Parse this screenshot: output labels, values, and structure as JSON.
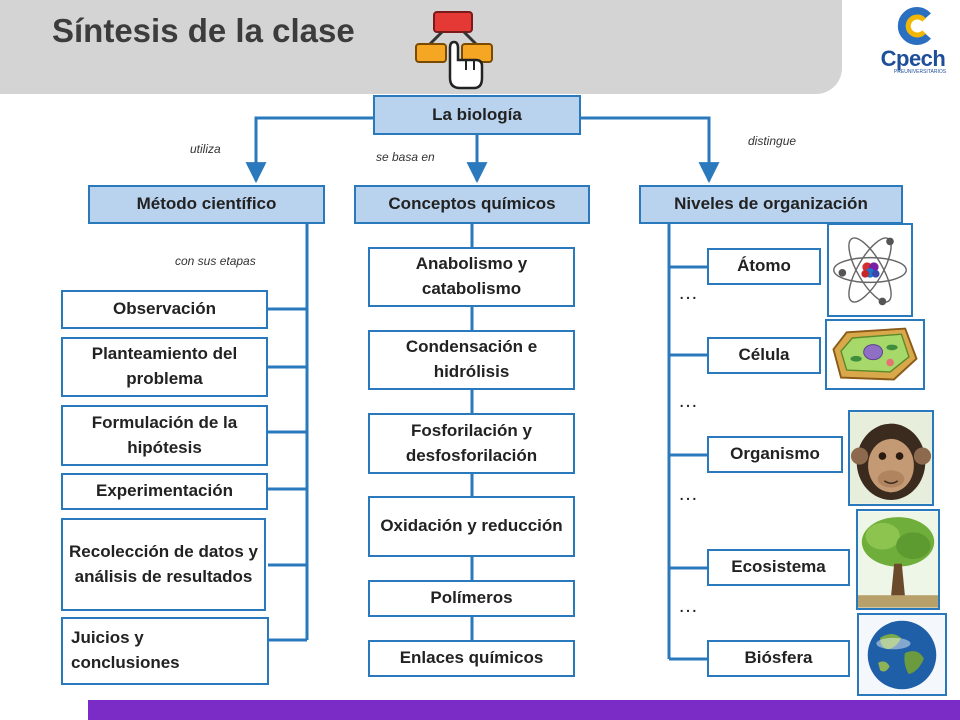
{
  "header": {
    "title": "Síntesis de la clase",
    "logo_text": "Cpech",
    "logo_sub": "PREUNIVERSITARIOS"
  },
  "root": {
    "label": "La biología"
  },
  "edges": {
    "left": "utiliza",
    "middle": "se basa en",
    "right": "distingue",
    "steps": "con sus etapas"
  },
  "columns": {
    "method": {
      "title": "Método científico",
      "items": [
        "Observación",
        "Planteamiento del problema",
        "Formulación de la hipótesis",
        "Experimentación",
        "Recolección de datos y análisis de resultados",
        "Juicios y conclusiones"
      ]
    },
    "chemistry": {
      "title": "Conceptos químicos",
      "items": [
        "Anabolismo y catabolismo",
        "Condensación e hidrólisis",
        "Fosforilación y desfosforilación",
        "Oxidación y reducción",
        "Polímeros",
        "Enlaces químicos"
      ]
    },
    "levels": {
      "title": "Niveles de organización",
      "items": [
        "Átomo",
        "Célula",
        "Organismo",
        "Ecosistema",
        "Biósfera"
      ],
      "ellipsis": "…"
    }
  },
  "colors": {
    "accent_blue": "#2a79bd",
    "header_fill": "#b9d3ee",
    "bottom_bar": "#7b2cc6",
    "title_gray": "#3c3c3c"
  },
  "icons": [
    "flowchart-click-icon",
    "cpech-logo",
    "atom-icon",
    "cell-icon",
    "chimpanzee-icon",
    "tree-icon",
    "earth-globe-icon"
  ]
}
